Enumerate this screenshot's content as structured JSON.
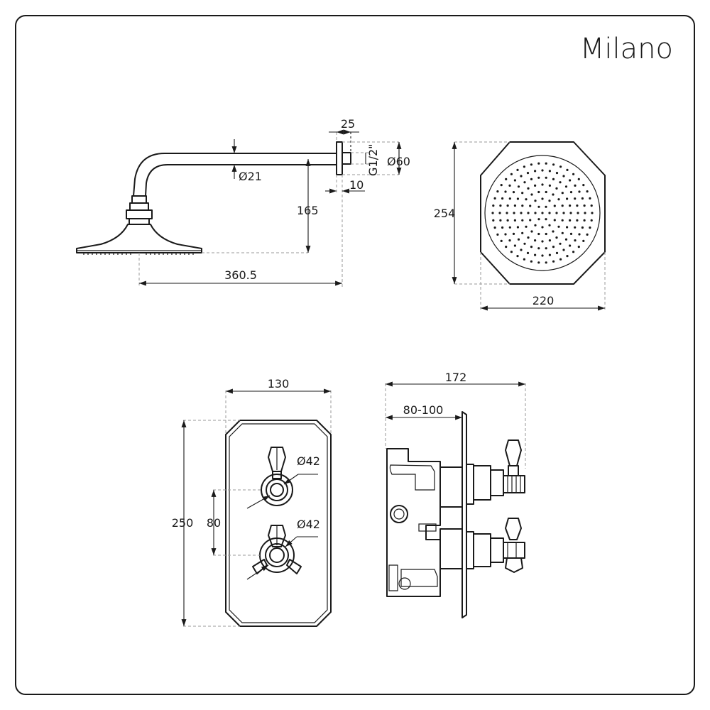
{
  "brand": "Milano",
  "dimensions": {
    "pipe_length": "25",
    "thread": "G1/2\"",
    "flange_diameter": "Ø60",
    "arm_diameter": "Ø21",
    "flange_depth": "10",
    "arm_drop": "165",
    "arm_projection": "360.5",
    "head_height": "254",
    "head_width": "220",
    "plate_width": "130",
    "plate_height": "250",
    "valve_spacing": "80",
    "handle_upper_diameter": "Ø42",
    "handle_lower_diameter": "Ø42",
    "body_depth": "172",
    "wall_depth": "80-100"
  }
}
